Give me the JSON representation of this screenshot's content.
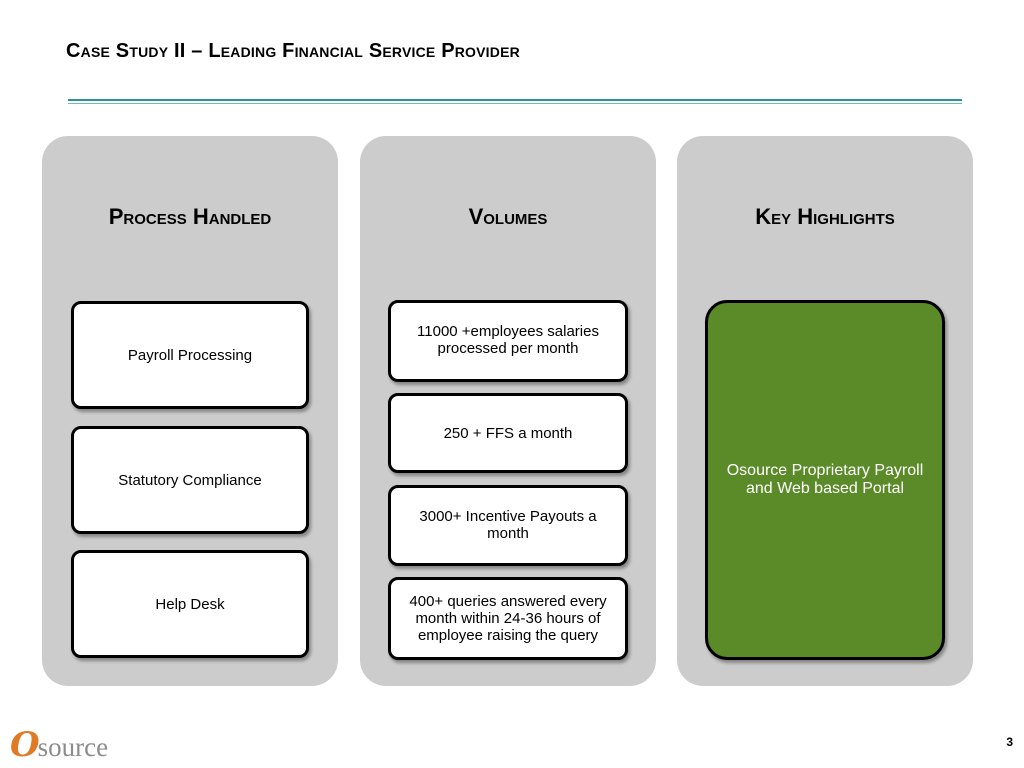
{
  "slide": {
    "title": "Case Study II – Leading Financial Service Provider",
    "page_number": "3"
  },
  "columns": {
    "process": {
      "heading": "Process Handled",
      "items": [
        "Payroll Processing",
        "Statutory Compliance",
        "Help Desk"
      ]
    },
    "volumes": {
      "heading": "Volumes",
      "items": [
        "11000 +employees salaries processed per month",
        "250 + FFS a month",
        "3000+ Incentive Payouts a month",
        "400+ queries answered every month within 24-36 hours of employee raising the query"
      ]
    },
    "highlights": {
      "heading": "Key Highlights",
      "items": [
        "Osource Proprietary Payroll and Web based Portal"
      ]
    }
  },
  "logo": {
    "initial": "O",
    "text": "source"
  },
  "colors": {
    "accent_teal": "#2f8f9d",
    "column_bg": "#cccccc",
    "highlight_green": "#5a8b28",
    "logo_orange": "#e07b25"
  }
}
